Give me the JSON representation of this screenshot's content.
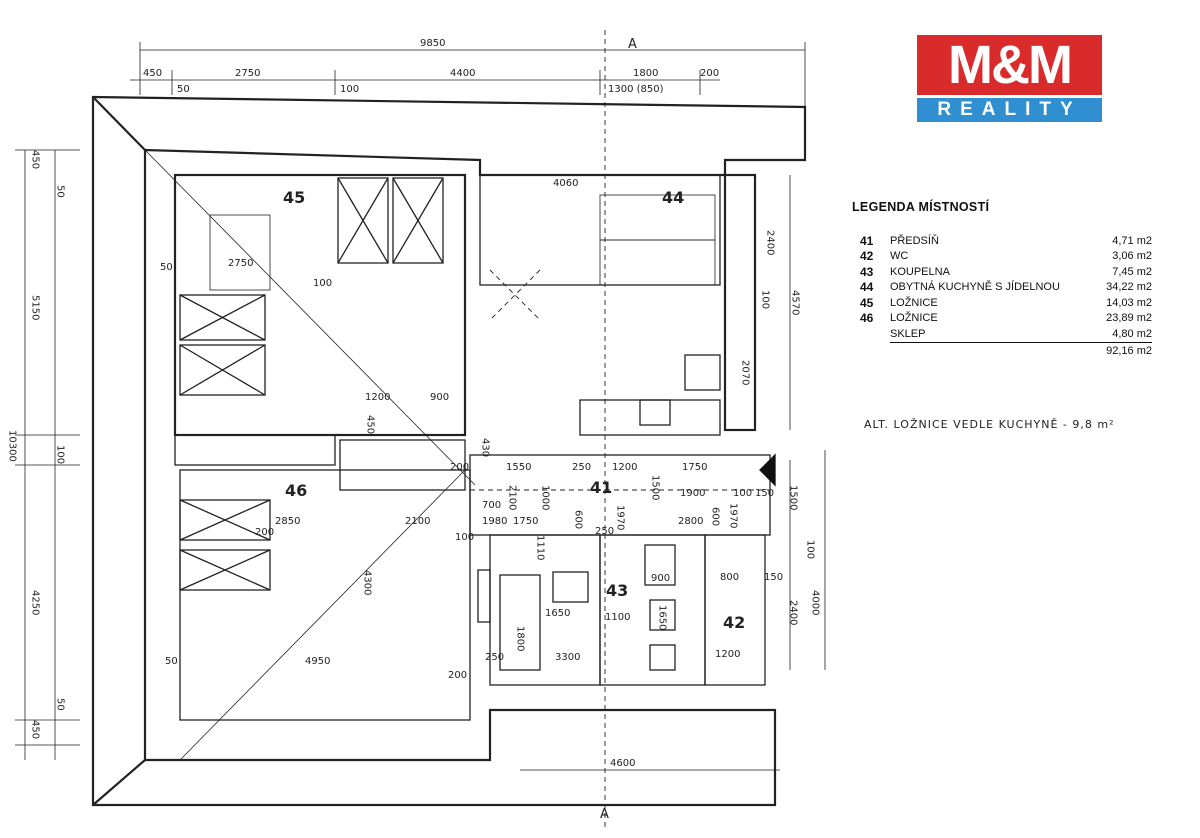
{
  "logo": {
    "top": "M&M",
    "bottom": "REALITY",
    "colors": {
      "red": "#d92b2b",
      "blue": "#2f8fd0"
    }
  },
  "legend": {
    "title": "LEGENDA MÍSTNOSTÍ",
    "rooms": [
      {
        "num": "41",
        "name": "PŘEDSÍŇ",
        "area": "4,71 m2"
      },
      {
        "num": "42",
        "name": "WC",
        "area": "3,06 m2"
      },
      {
        "num": "43",
        "name": "KOUPELNA",
        "area": "7,45 m2"
      },
      {
        "num": "44",
        "name": "OBYTNÁ KUCHYNĚ S JÍDELNOU",
        "area": "34,22 m2"
      },
      {
        "num": "45",
        "name": "LOŽNICE",
        "area": "14,03 m2"
      },
      {
        "num": "46",
        "name": "LOŽNICE",
        "area": "23,89 m2"
      },
      {
        "num": "",
        "name": "SKLEP",
        "area": "4,80 m2"
      }
    ],
    "total": "92,16 m2"
  },
  "note": "ALT. LOŽNICE VEDLE KUCHYNĚ - 9,8 m²",
  "plan": {
    "section": "A",
    "rooms": [
      "41",
      "42",
      "43",
      "44",
      "45",
      "46"
    ],
    "top_dims": [
      "9850",
      "450",
      "2750",
      "4400",
      "1800",
      "200",
      "50",
      "100",
      "1300 (850)"
    ],
    "left_dims": [
      "450",
      "50",
      "5150",
      "100",
      "4250",
      "50",
      "450",
      "10300"
    ],
    "right_dims": [
      "2400",
      "100",
      "4570",
      "2070",
      "1500",
      "100",
      "4000",
      "2400"
    ],
    "bottom_dims": [
      "4600"
    ],
    "inner_dims": [
      "4060",
      "2750",
      "50",
      "100",
      "1200",
      "900",
      "450",
      "430",
      "200",
      "1550",
      "250",
      "1200",
      "1750",
      "700",
      "2100",
      "1000",
      "1500",
      "1900",
      "100",
      "150",
      "2850",
      "2100",
      "1980",
      "1750",
      "600",
      "1970",
      "2800",
      "600",
      "1970",
      "100",
      "1110",
      "250",
      "900",
      "800",
      "150",
      "1650",
      "1100",
      "1800",
      "3300",
      "250",
      "1650",
      "1200",
      "4300",
      "4950",
      "50",
      "200",
      "200"
    ]
  }
}
